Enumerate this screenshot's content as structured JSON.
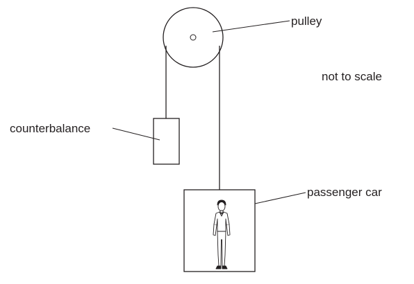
{
  "diagram": {
    "labels": {
      "pulley": "pulley",
      "note": "not to scale",
      "counterbalance": "counterbalance",
      "passenger_car": "passenger car"
    },
    "colors": {
      "ink": "#231f20",
      "background": "#ffffff"
    },
    "icons": {
      "person": "person-icon"
    }
  }
}
